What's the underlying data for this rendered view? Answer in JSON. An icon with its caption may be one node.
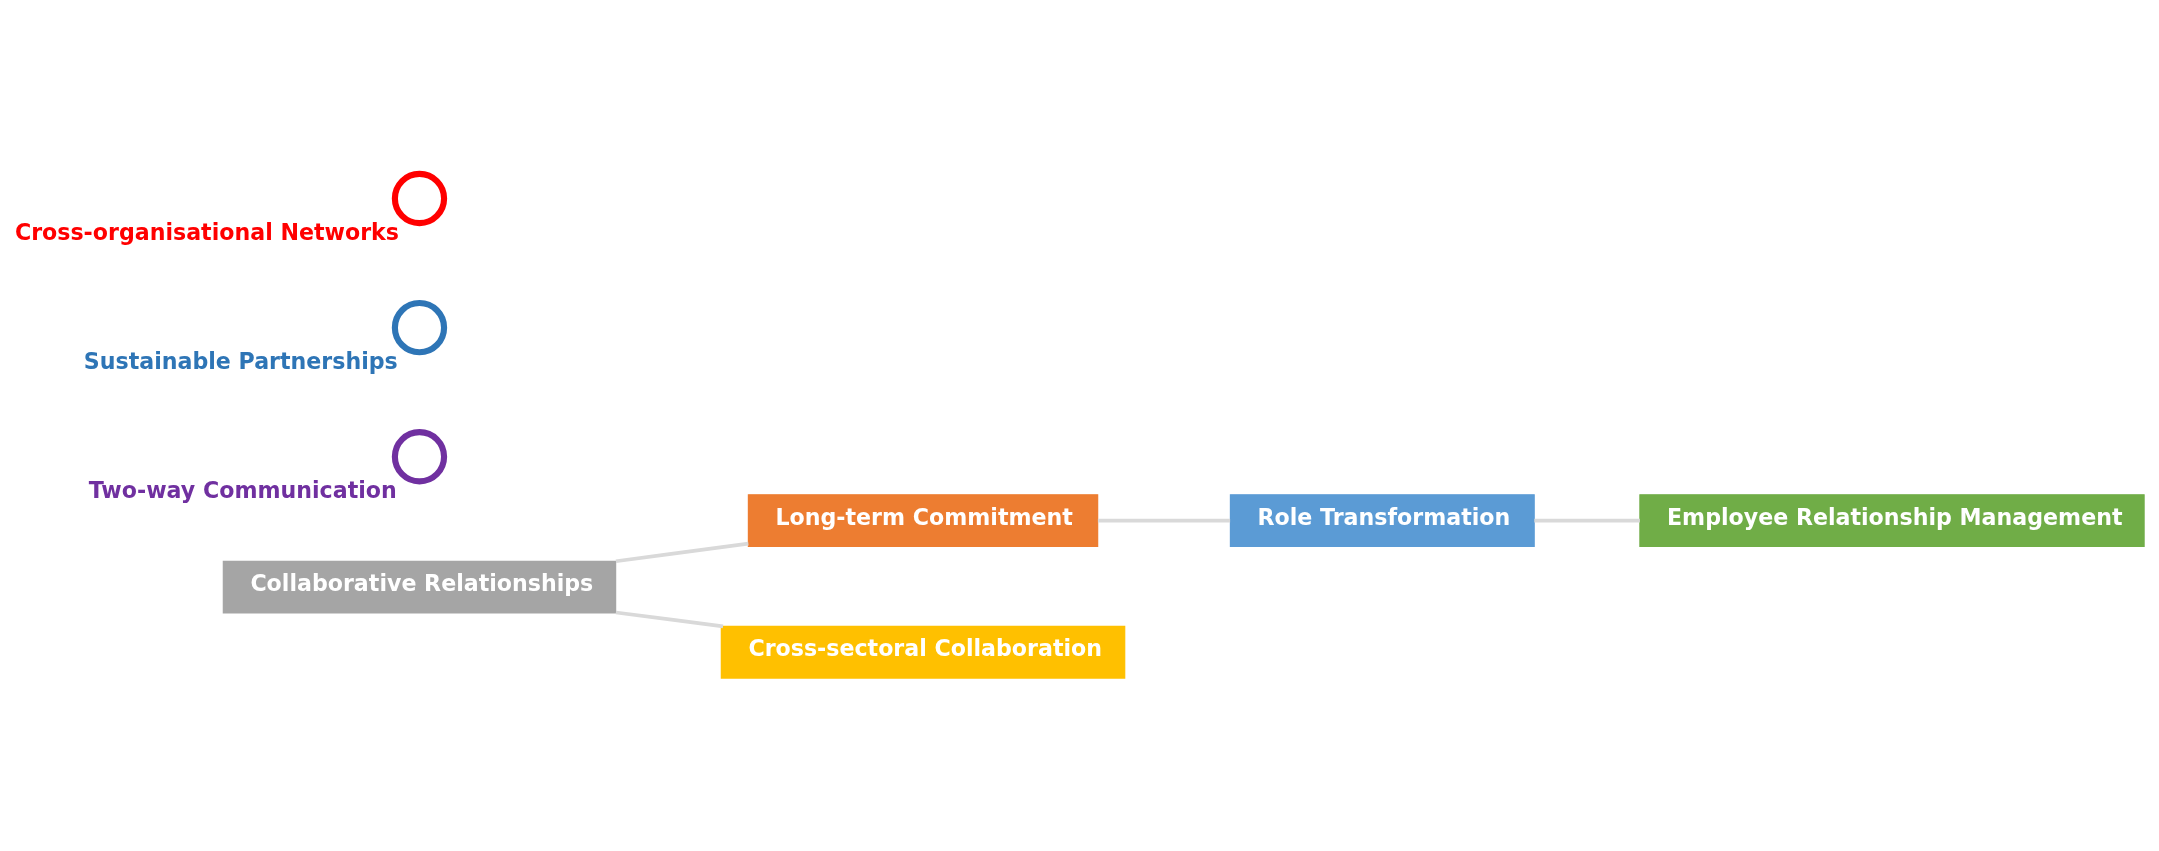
{
  "diagram": {
    "nodes": [
      {
        "text": [
          "Long-term Commitment"
        ]
      },
      {
        "text": [
          "Employee Relationship Management"
        ]
      },
      {
        "text": [],
        "shape": "circle",
        "beside": [
          "Two-way Communication"
        ]
      },
      {
        "text": [
          "Collaborative Relationships"
        ]
      },
      {
        "text": [
          "Role Transformation"
        ]
      },
      {
        "text": [],
        "shape": "circle",
        "beside": [
          "Sustainable Partnerships"
        ]
      },
      {
        "text": [
          "Cross-sectoral Collaboration"
        ]
      },
      {
        "text": [],
        "shape": "circle",
        "beside": [
          "Cross-organisational Networks"
        ]
      }
    ],
    "edges": [
      {
        "from": 3,
        "to": 0,
        "arrow": "none"
      },
      {
        "from": 0,
        "to": 4,
        "arrow": "none"
      },
      {
        "from": 3,
        "to": 6,
        "arrow": "none"
      },
      {
        "from": 4,
        "to": 1,
        "arrow": "none"
      }
    ]
  }
}
